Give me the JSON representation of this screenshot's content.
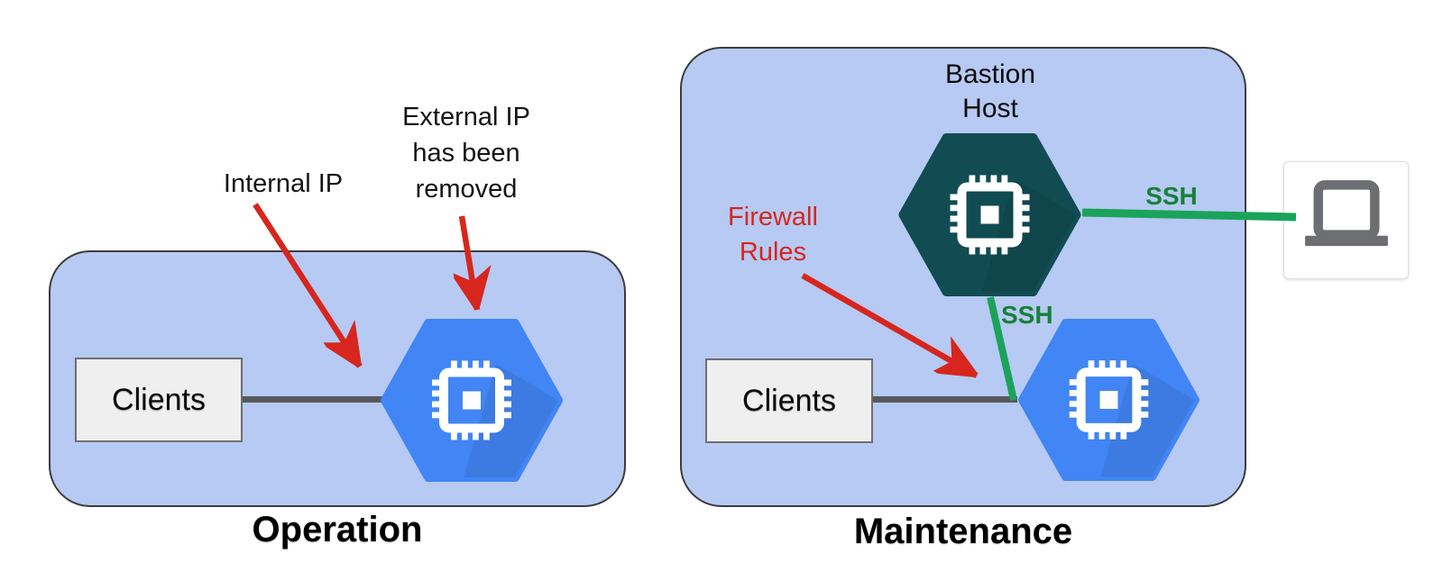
{
  "diagram": {
    "left_panel": {
      "title": "Operation",
      "clients_box": "Clients",
      "internal_ip_label": "Internal IP",
      "external_ip_label_line1": "External IP",
      "external_ip_label_line2": "has been",
      "external_ip_label_line3": "removed"
    },
    "right_panel": {
      "title": "Maintenance",
      "clients_box": "Clients",
      "bastion_label_line1": "Bastion",
      "bastion_label_line2": "Host",
      "firewall_label_line1": "Firewall",
      "firewall_label_line2": "Rules",
      "ssh_label_external": "SSH",
      "ssh_label_internal": "SSH"
    },
    "colors": {
      "panel_fill": "#B6CAF3",
      "panel_border": "#3C3C3C",
      "hexagon_blue": "#4285F4",
      "hexagon_teal": "#114C52",
      "connector_grey": "#58595B",
      "ssh_line_green": "#1BA35A",
      "ssh_text_green": "#188038",
      "annotation_red": "#D7261D",
      "clients_box_fill": "#EFEFEF",
      "clients_box_border": "#6E6E6E",
      "laptop_grey": "#6D6E71",
      "text_black": "#141414"
    }
  }
}
